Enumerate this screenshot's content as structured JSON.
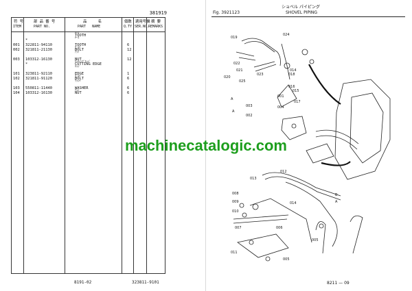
{
  "left_page": {
    "doc_number": "381919",
    "columns": [
      {
        "jp": "符 号",
        "en": "ITEM"
      },
      {
        "jp": "部 品 番 号",
        "en": "PART NO."
      },
      {
        "jp": "品     名",
        "en": "PART   NAME"
      },
      {
        "jp": "個数",
        "en": "Q.TY"
      },
      {
        "jp": "適用号機",
        "en": "SER.NO."
      },
      {
        "jp": "摘 要",
        "en": "REMARKS"
      }
    ],
    "rows": [
      {
        "item": "",
        "part_no": "",
        "kana": "ﾃｰｽ",
        "name": "TOOTH",
        "qty": ""
      },
      {
        "item": "",
        "part_no": "*",
        "kana": "ﾃｰｽ",
        "name": "",
        "qty": ""
      },
      {
        "item": "001",
        "part_no": "322811-94110",
        "kana": "",
        "name": "TOOTH",
        "qty": "6"
      },
      {
        "item": "002",
        "part_no": "321811-21130",
        "kana": "ﾎﾞﾙﾄ",
        "name": "BOLT",
        "qty": "12"
      },
      {
        "item": "",
        "part_no": "",
        "kana": "ﾅｯﾄ",
        "name": "",
        "qty": ""
      },
      {
        "item": "003",
        "part_no": "103312-16130",
        "kana": "",
        "name": "NUT",
        "qty": "12"
      },
      {
        "item": "",
        "part_no": "*",
        "kana": "ｶｯﾃｨﾝｸﾞｴｯｼﾞ",
        "name": "CUTTING EDGE",
        "qty": ""
      },
      {
        "item": "",
        "part_no": "",
        "kana": "ｴｯｼﾞ",
        "name": "",
        "qty": ""
      },
      {
        "item": "101",
        "part_no": "323811-92110",
        "kana": "",
        "name": "EDGE",
        "qty": "1"
      },
      {
        "item": "102",
        "part_no": "321811-91120",
        "kana": "ﾎﾞﾙﾄ",
        "name": "BOLT",
        "qty": "6"
      },
      {
        "item": "",
        "part_no": "",
        "kana": "ﾜｯｼｬ",
        "name": "",
        "qty": ""
      },
      {
        "item": "103",
        "part_no": "550811-11440",
        "kana": "",
        "name": "WASHER",
        "qty": "6"
      },
      {
        "item": "104",
        "part_no": "103312-16130",
        "kana": "ﾅｯﾄ",
        "name": "NUT",
        "qty": "6"
      }
    ],
    "footer_left": "8191-02",
    "footer_right": "323811-9101"
  },
  "right_page": {
    "fig_label": "Fig. 3921123",
    "title_jp": "ショベル パイピング",
    "title_en": "SHOVEL  PIPING",
    "callouts_top": [
      "019",
      "024",
      "022",
      "021",
      "020",
      "025",
      "023",
      "018",
      "014",
      "016",
      "015",
      "017",
      "004",
      "001",
      "003",
      "002",
      "A",
      "A"
    ],
    "callouts_bottom": [
      "012",
      "013",
      "014",
      "008",
      "009",
      "010",
      "007",
      "011",
      "006",
      "005",
      "005",
      "B",
      "A"
    ],
    "page_number": "8211 — 09"
  },
  "watermark": "machinecatalogic.com"
}
